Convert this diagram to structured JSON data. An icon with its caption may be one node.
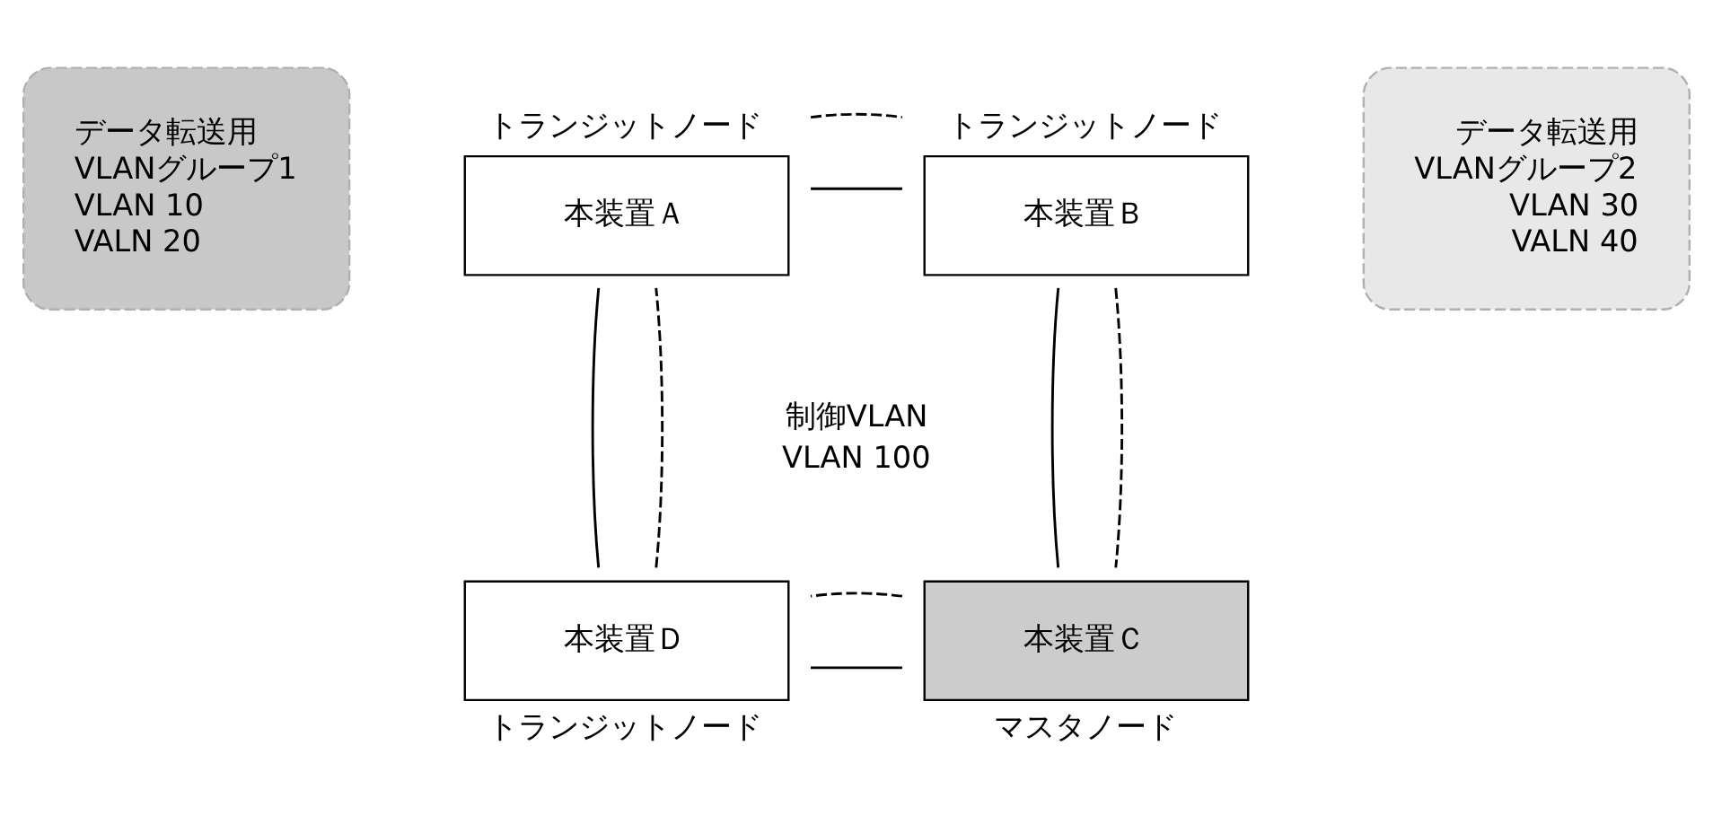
{
  "diagram": {
    "nodes": [
      {
        "text": [
          "データ転送用",
          "VLANグループ1",
          "VLAN 10",
          "VALN 20"
        ]
      },
      {
        "text": [
          "本装置Ａ"
        ],
        "beside": [
          "トランジットノード"
        ]
      },
      {
        "text": [
          "本装置Ｂ"
        ],
        "beside": [
          "トランジットノード"
        ]
      },
      {
        "text": [
          "データ転送用",
          "VLANグループ2",
          "VLAN 30",
          "VALN 40"
        ]
      },
      {
        "text": [
          "本装置Ｄ"
        ],
        "beside": [
          "トランジットノード"
        ]
      },
      {
        "text": [
          "本装置Ｃ"
        ],
        "beside": [
          "マスタノード"
        ]
      }
    ],
    "edges": [
      {
        "from": 1,
        "to": 2,
        "arrow": "none"
      },
      {
        "from": 2,
        "to": 5,
        "arrow": "none"
      },
      {
        "from": 5,
        "to": 4,
        "arrow": "none"
      },
      {
        "from": 4,
        "to": 1,
        "arrow": "none"
      },
      {
        "from": 1,
        "to": 2,
        "arrow": "none",
        "style": "dashed"
      },
      {
        "from": 2,
        "to": 5,
        "arrow": "none",
        "style": "dashed"
      },
      {
        "from": 5,
        "to": 4,
        "arrow": "none",
        "style": "dashed"
      },
      {
        "from": 4,
        "to": 1,
        "arrow": "none",
        "style": "dashed"
      }
    ],
    "labels": [
      "制御VLAN",
      "VLAN 100"
    ]
  }
}
